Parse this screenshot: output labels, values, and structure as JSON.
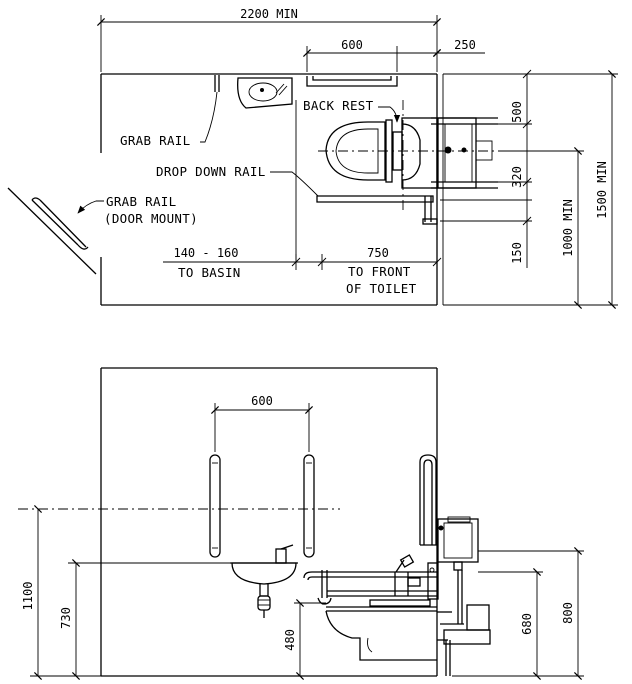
{
  "plan": {
    "dims": {
      "overall_width": "2200 MIN",
      "rail_width": "600",
      "rail_offset": "250",
      "back_rest_height": "500",
      "rail_spacing": "320",
      "rail_low": "150",
      "centre_to_wall": "1000 MIN",
      "room_depth": "1500 MIN",
      "basin_gap": "140 - 160",
      "toilet_front": "750"
    },
    "labels": {
      "grab_rail": "GRAB RAIL",
      "back_rest": "BACK REST",
      "drop_down_rail": "DROP DOWN RAIL",
      "grab_rail_door_line1": "GRAB RAIL",
      "grab_rail_door_line2": "(DOOR MOUNT)",
      "to_basin": "TO BASIN",
      "to_front_line1": "TO FRONT",
      "to_front_line2": "OF TOILET"
    }
  },
  "elevation": {
    "dims": {
      "rail_spacing": "600",
      "rail_height": "1100",
      "basin_height": "730",
      "seat_height": "480",
      "cistern_height": "680",
      "rail_top_height": "800"
    }
  }
}
